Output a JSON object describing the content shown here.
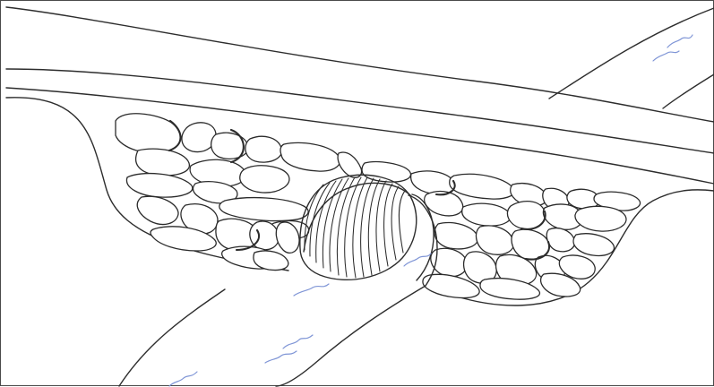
{
  "colors": {
    "outline": "#2d2d2d",
    "water_line": "#7f95d6",
    "background": "#ffffff",
    "frame": "#4a4a4a"
  },
  "icons": [
    "road-embankment",
    "gravel-stone-fill",
    "corrugated-culvert-pipe",
    "water-flow-marks"
  ]
}
